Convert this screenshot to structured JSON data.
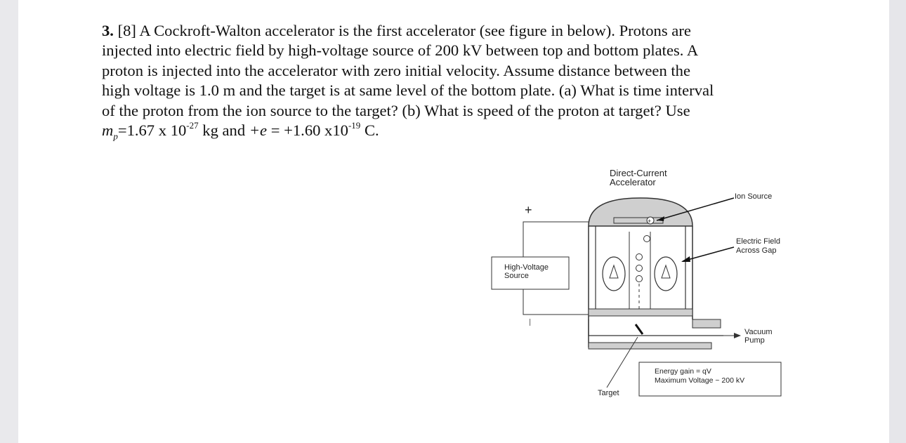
{
  "problem": {
    "number": "3.",
    "points": "[8]",
    "line1": "A Cockroft-Walton accelerator is the first accelerator (see figure in below). Protons are",
    "line2": "injected into electric field by high-voltage source of 200 kV between top and bottom plates. A",
    "line3": "proton is injected into the accelerator with zero initial velocity. Assume distance between the",
    "line4": "high voltage is 1.0 m and the target is at same level of the bottom plate. (a) What is time interval",
    "line5": "of the proton from the ion source to the target? (b) What is speed of the proton at target?  Use",
    "mass_symbol": "m",
    "mass_subscript": "p",
    "mass_value": "=1.67 x 10",
    "mass_exponent": "-27",
    "mass_unit_and": " kg and ",
    "charge_symbol": "+e",
    "charge_value": " = +1.60 x10",
    "charge_exponent": "-19",
    "charge_unit": " C."
  },
  "figure": {
    "title_line1": "Direct-Current",
    "title_line2": "Accelerator",
    "ion_source": "Ion Source",
    "electric_field_line1": "Electric Field",
    "electric_field_line2": "Across Gap",
    "hv_line1": "High-Voltage",
    "hv_line2": "Source",
    "plus": "+",
    "minus": "—",
    "vacuum_line1": "Vacuum",
    "vacuum_line2": "Pump",
    "energy_line1": "Energy gain = qV",
    "energy_line2": "Maximum Voltage ~ 200 kV",
    "target": "Target"
  }
}
